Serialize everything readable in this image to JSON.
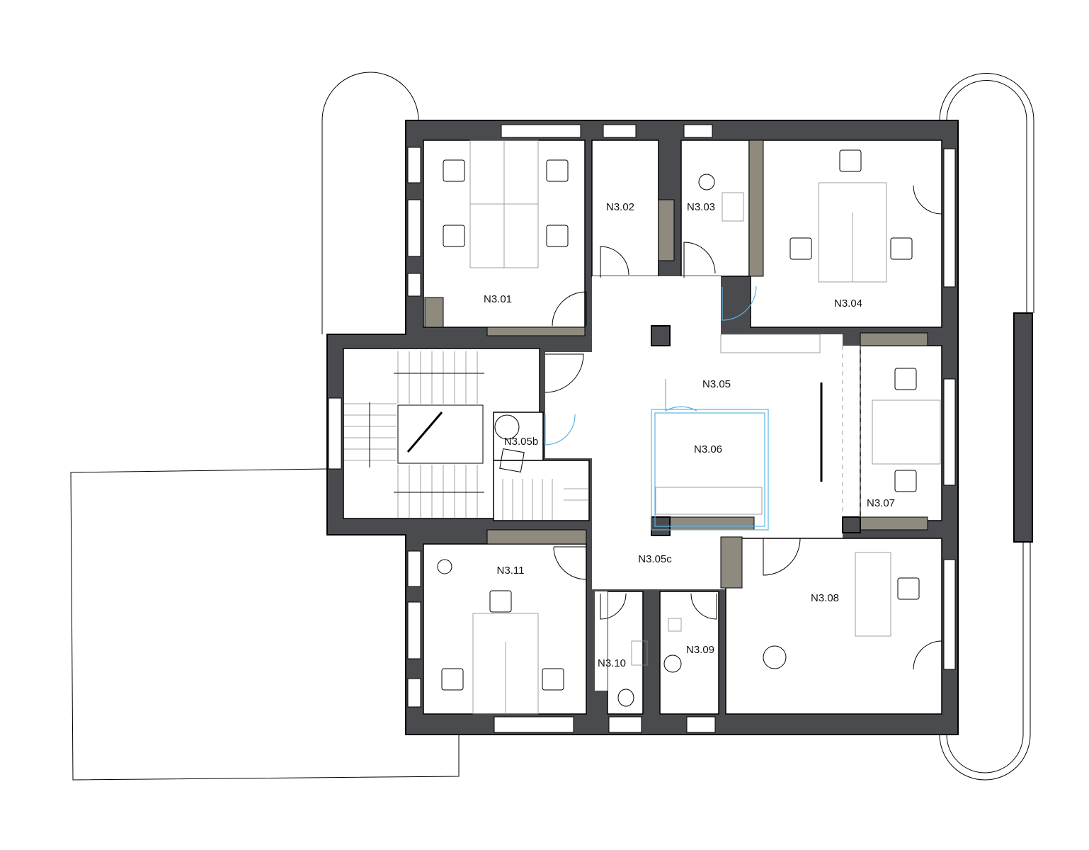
{
  "plan": {
    "rooms": {
      "n301": "N3.01",
      "n302": "N3.02",
      "n303": "N3.03",
      "n304": "N3.04",
      "n305": "N3.05",
      "n305b": "N3.05b",
      "n305c": "N3.05c",
      "n306": "N3.06",
      "n307": "N3.07",
      "n308": "N3.08",
      "n309": "N3.09",
      "n310": "N3.10",
      "n311": "N3.11"
    },
    "colors": {
      "wall": "#4a4b4f",
      "cabinet": "#8e8a7e",
      "glass": "#5ab4e6"
    }
  }
}
